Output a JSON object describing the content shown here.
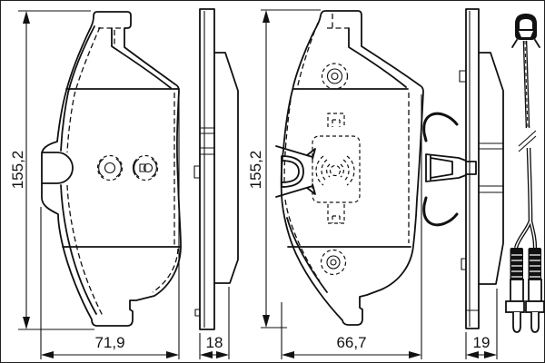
{
  "drawing": {
    "type": "brake-pad-set-technical-drawing",
    "colors": {
      "line": "#111111",
      "background": "#ffffff",
      "border": "#000000"
    },
    "dimensions": {
      "pad1_height": "155,2",
      "pad1_width": "71,9",
      "pad1_thickness": "18",
      "pad2_height": "155,2",
      "pad2_width": "66,7",
      "pad2_thickness": "19"
    }
  }
}
